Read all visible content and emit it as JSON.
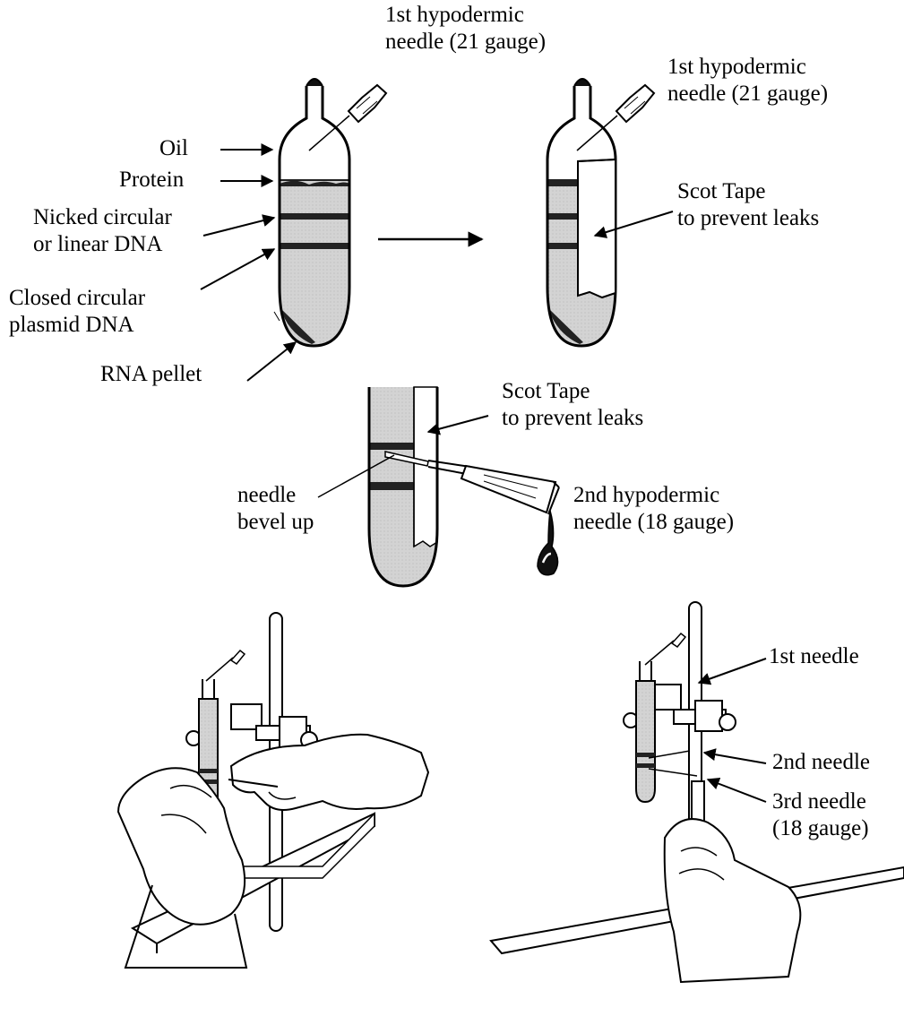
{
  "colors": {
    "ink": "#000000",
    "band": "#222222",
    "solution": "#d3d3d3",
    "paper": "#ffffff"
  },
  "icons": [
    "ultracentrifuge-tube-icon",
    "hypodermic-needle-icon",
    "tape-icon",
    "ring-stand-icon",
    "gloved-hand-icon",
    "collection-tube-icon",
    "droplet-icon"
  ],
  "panel_top_left": {
    "needle_label_1": "1st hypodermic",
    "needle_label_2": "needle (21 gauge)",
    "oil": "Oil",
    "protein": "Protein",
    "nicked_1": "Nicked circular",
    "nicked_2": "or linear DNA",
    "closed_1": "Closed circular",
    "closed_2": "plasmid DNA",
    "rna": "RNA pellet"
  },
  "panel_top_right": {
    "needle_label_1": "1st hypodermic",
    "needle_label_2": "needle (21 gauge)",
    "tape_1": "Scot Tape",
    "tape_2": "to prevent leaks"
  },
  "panel_middle": {
    "tape_1": "Scot Tape",
    "tape_2": "to prevent leaks",
    "bevel_1": "needle",
    "bevel_2": "bevel up",
    "needle2_1": "2nd hypodermic",
    "needle2_2": "needle (18 gauge)"
  },
  "panel_bottom_right": {
    "first": "1st needle",
    "second": "2nd needle",
    "third_1": "3rd needle",
    "third_2": "(18 gauge)"
  }
}
